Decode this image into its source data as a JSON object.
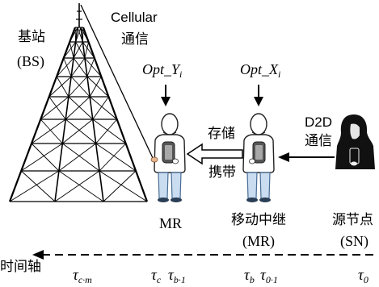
{
  "tower": {
    "label": "基站",
    "abbr": "(BS)"
  },
  "cellular_link": {
    "line1": "Cellular",
    "line2": "通信"
  },
  "opt_y": {
    "text": "Opt_Y",
    "sub": "i"
  },
  "opt_x": {
    "text": "Opt_X",
    "sub": "i"
  },
  "relay_transfer": {
    "store": "存储",
    "carry": "携带"
  },
  "d2d_link": {
    "line1": "D2D",
    "line2": "通信"
  },
  "nodes": {
    "mr_left": {
      "abbr": "MR"
    },
    "relay": {
      "name": "移动中继",
      "abbr": "(MR)"
    },
    "source": {
      "name": "源节点",
      "abbr": "(SN)"
    }
  },
  "timeline": {
    "label": "时间轴",
    "marks": [
      {
        "sym": "τ",
        "sub": "c·m"
      },
      {
        "sym": "τ",
        "sub": "c"
      },
      {
        "sym": "τ",
        "sub": "b·1"
      },
      {
        "sym": "τ",
        "sub": "b"
      },
      {
        "sym": "τ",
        "sub": "0·1"
      },
      {
        "sym": "τ",
        "sub": "0"
      }
    ]
  },
  "colors": {
    "stroke": "#000000",
    "jeans": "#c9dcf0",
    "skin": "#e8b894",
    "silhouette": "#111111"
  }
}
